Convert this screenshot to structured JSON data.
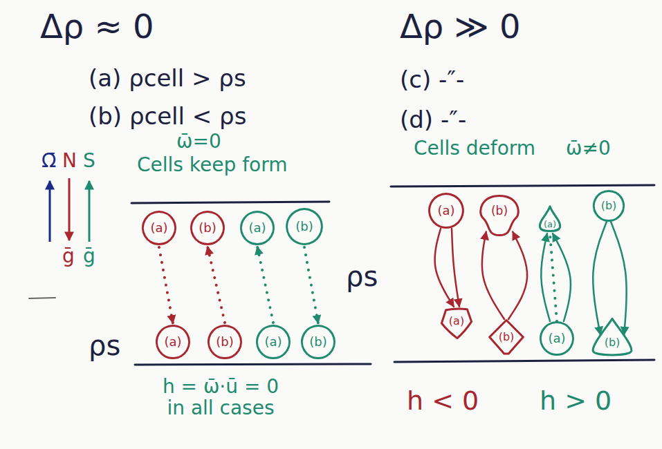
{
  "diagram": {
    "nodes": [
      {
        "text": [
          "(a)"
        ]
      },
      {
        "text": [
          "(b)"
        ]
      },
      {
        "text": [
          "(a)"
        ]
      },
      {
        "text": [
          "(b)"
        ]
      },
      {
        "text": [
          "(a)"
        ]
      },
      {
        "text": [
          "(b)"
        ]
      },
      {
        "text": [
          "(a)"
        ]
      },
      {
        "text": [
          "(b)"
        ]
      },
      {
        "text": [
          "(a)"
        ]
      },
      {
        "text": [
          "(b)"
        ]
      },
      {
        "text": [
          "(a)"
        ]
      },
      {
        "text": [
          "(b)"
        ]
      },
      {
        "text": [
          "(a)"
        ]
      },
      {
        "text": [
          "(b)"
        ]
      },
      {
        "text": [
          "(a)"
        ]
      },
      {
        "text": [
          "(b)"
        ]
      }
    ],
    "edges": [
      {
        "from": 0,
        "to": 4,
        "arrow": "to"
      },
      {
        "from": 5,
        "to": 1,
        "arrow": "to"
      },
      {
        "from": 6,
        "to": 2,
        "arrow": "to"
      },
      {
        "from": 3,
        "to": 7,
        "arrow": "to"
      },
      {
        "from": 8,
        "to": 12,
        "arrow": "to"
      },
      {
        "from": 13,
        "to": 9,
        "arrow": "to"
      },
      {
        "from": 14,
        "to": 10,
        "arrow": "to"
      },
      {
        "from": 11,
        "to": 15,
        "arrow": "to"
      }
    ],
    "labels": [
      "Δρ ≈ 0",
      "Δρ ≫ 0",
      "(a) ρcell > ρs",
      "(b) ρcell < ρs",
      "(c) -″-",
      "(d) -″-",
      "ω̄=0",
      "Cells keep form",
      "Cells deform",
      "ω̄≠0",
      "Ω̄",
      "N",
      "S",
      "ḡ",
      "ḡ",
      "ρs",
      "ρs",
      "h = ω̄·ū = 0 in all cases",
      "h < 0",
      "h > 0"
    ]
  }
}
